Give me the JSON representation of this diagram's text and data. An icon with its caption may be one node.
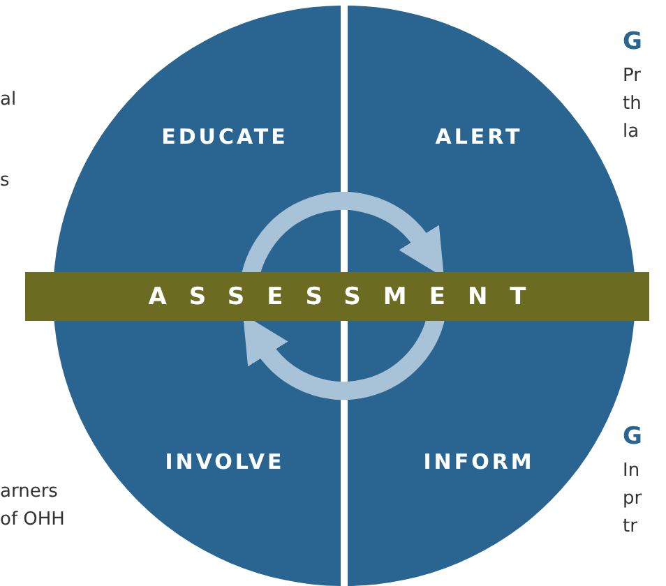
{
  "diagram": {
    "nodes": [
      {
        "text": [
          "EDUCATE"
        ]
      },
      {
        "text": [
          "ALERT"
        ]
      },
      {
        "text": [
          "INVOLVE"
        ]
      },
      {
        "text": [
          "INFORM"
        ]
      },
      {
        "text": [
          "ASSESSMENT"
        ]
      }
    ],
    "labels": [
      "al",
      "s",
      "arners of OHH",
      "G",
      "Pr th la",
      "G",
      "In pr tr"
    ]
  }
}
